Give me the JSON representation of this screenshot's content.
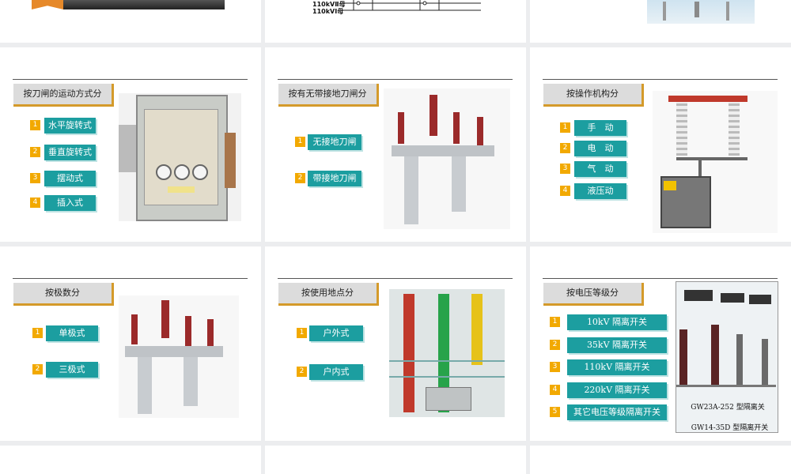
{
  "top_strip": {
    "bus_labels": [
      "110kVⅡ母",
      "110kVⅠ母"
    ]
  },
  "panels": [
    {
      "title": "按刀闸的运动方式分",
      "items": [
        "水平旋转式",
        "垂直旋转式",
        "摆动式",
        "插入式"
      ],
      "nums": [
        "1",
        "2",
        "3",
        "4"
      ]
    },
    {
      "title": "按有无带接地刀闸分",
      "items": [
        "无接地刀闸",
        "带接地刀闸"
      ],
      "nums": [
        "1",
        "2"
      ]
    },
    {
      "title": "按操作机构分",
      "items": [
        "手　动",
        "电　动",
        "气　动",
        "液压动"
      ],
      "nums": [
        "1",
        "2",
        "3",
        "4"
      ]
    },
    {
      "title": "按极数分",
      "items": [
        "单极式",
        "三极式"
      ],
      "nums": [
        "1",
        "2"
      ]
    },
    {
      "title": "按使用地点分",
      "items": [
        "户外式",
        "户内式"
      ],
      "nums": [
        "1",
        "2"
      ]
    },
    {
      "title": "按电压等级分",
      "items": [
        "10kV 隔离开关",
        "35kV 隔离开关",
        "110kV 隔离开关",
        "220kV 隔离开关",
        "其它电压等级隔离开关"
      ],
      "nums": [
        "1",
        "2",
        "3",
        "4",
        "5"
      ],
      "captions": [
        "GW23A-252 型隔离关",
        "GW14-35D 型隔离开关"
      ]
    }
  ],
  "colors": {
    "accent_teal": "#1c9ea0",
    "accent_orange": "#f2a900",
    "bar_border": "#d49a2a"
  }
}
